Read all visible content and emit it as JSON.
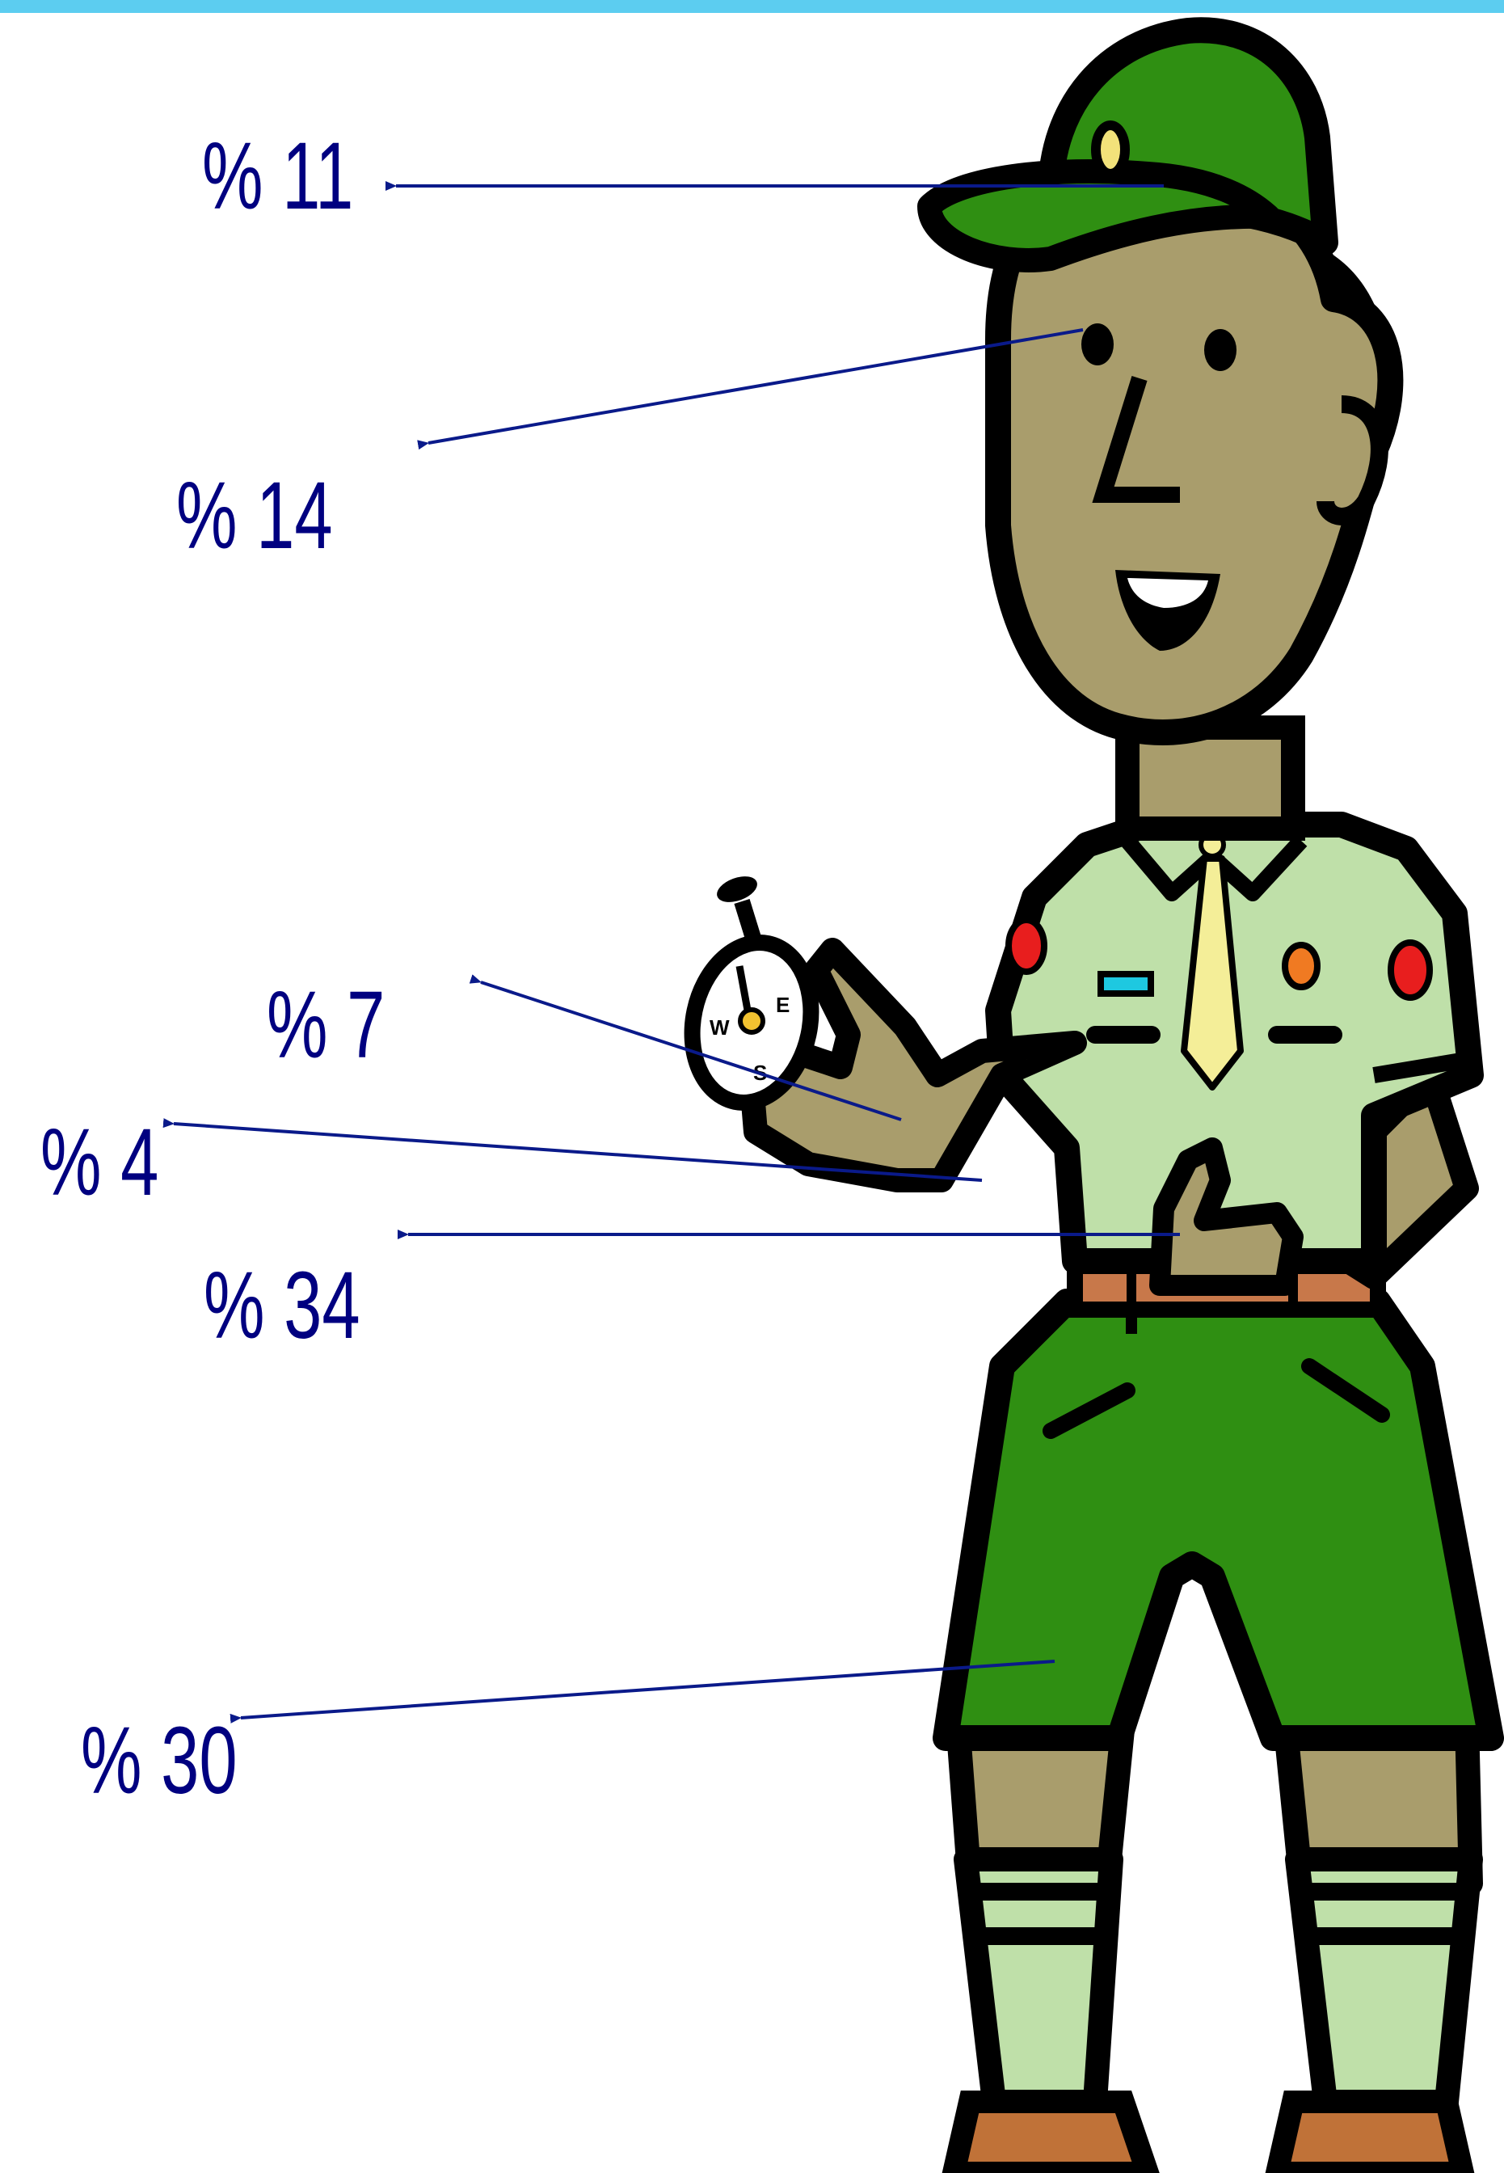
{
  "colors": {
    "top_bar": "#5ccdf0",
    "label_text": "#000080",
    "arrow": "#0a1a8a",
    "outline": "#000000",
    "skin": "#a99d6c",
    "cap": "#2f8f12",
    "shorts": "#2f8f12",
    "shirt": "#bfe0a9",
    "socks": "#bfe0a9",
    "tie": "#f4ee98",
    "belt": "#c8784a",
    "patch_red": "#e81e1e",
    "patch_orange": "#f07a22",
    "name_tag": "#1ec8e0",
    "cap_badge": "#f2e27a",
    "compass_face": "#ffffff",
    "shoe": "#c07238"
  },
  "compass": {
    "west": "W",
    "east": "E",
    "south": "S"
  },
  "callouts": [
    {
      "name": "label-cap",
      "text": "% 11",
      "points_to": "cap"
    },
    {
      "name": "label-eyes",
      "text": "% 14",
      "points_to": "eyes"
    },
    {
      "name": "label-forearm",
      "text": "% 7",
      "points_to": "forearm"
    },
    {
      "name": "label-hand",
      "text": "% 4",
      "points_to": "hand"
    },
    {
      "name": "label-torso",
      "text": "% 34",
      "points_to": "torso"
    },
    {
      "name": "label-legs",
      "text": "% 30",
      "points_to": "legs"
    }
  ]
}
